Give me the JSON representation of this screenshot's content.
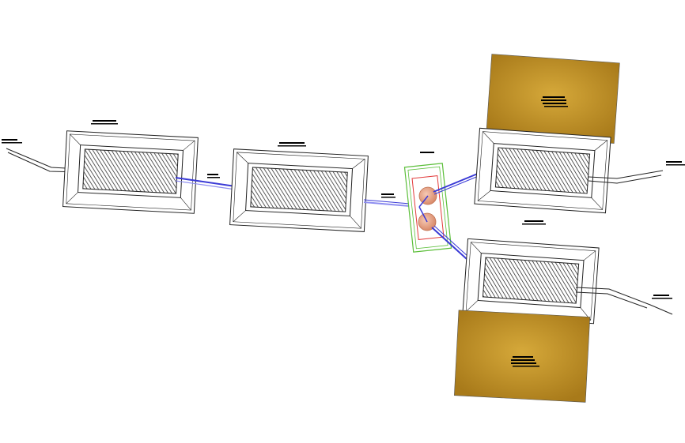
{
  "drawing": {
    "background": "#ffffff",
    "colors": {
      "outline": "#222222",
      "hatch": "#333333",
      "pipe": "#3a3ad6",
      "pipe_light": "#8e8ef0",
      "chamber_green": "#5cbf3a",
      "chamber_red": "#e23a3a",
      "valve": "#e8a082",
      "bed_dark": "#a87a1a",
      "bed_light": "#d6a93a",
      "label": "#000000"
    },
    "icons": {
      "tank": "hatched-rectangle-tank",
      "valve": "circle-valve",
      "bed": "gradient-rectangle"
    },
    "components": [
      {
        "id": "inlet",
        "kind": "pipe"
      },
      {
        "id": "tank-1",
        "kind": "tank"
      },
      {
        "id": "tank-2",
        "kind": "tank"
      },
      {
        "id": "distribution-chamber",
        "kind": "chamber",
        "valves": 2
      },
      {
        "id": "tank-3",
        "kind": "tank"
      },
      {
        "id": "tank-4",
        "kind": "tank"
      },
      {
        "id": "bed-1",
        "kind": "bed"
      },
      {
        "id": "bed-2",
        "kind": "bed"
      },
      {
        "id": "outlet-1",
        "kind": "pipe"
      },
      {
        "id": "outlet-2",
        "kind": "pipe"
      }
    ],
    "connections": [
      [
        "inlet",
        "tank-1"
      ],
      [
        "tank-1",
        "tank-2"
      ],
      [
        "tank-2",
        "distribution-chamber"
      ],
      [
        "distribution-chamber",
        "tank-3"
      ],
      [
        "distribution-chamber",
        "tank-4"
      ],
      [
        "tank-3",
        "outlet-1"
      ],
      [
        "tank-4",
        "outlet-2"
      ]
    ]
  }
}
